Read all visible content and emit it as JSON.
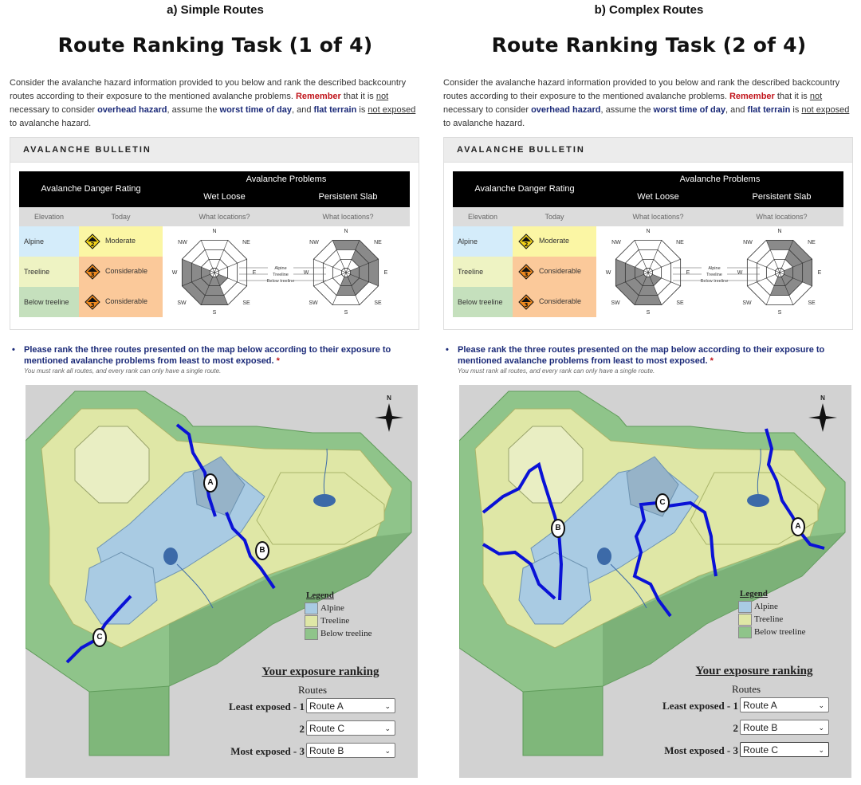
{
  "panels": [
    {
      "caption": "a) Simple Routes",
      "title": "Route Ranking Task (1 of 4)",
      "intro": {
        "t1": "Consider the avalanche hazard information provided to you below and rank the described backcountry routes according to their exposure to the mentioned avalanche problems.",
        "remember": "Remember",
        "t2": "that it is",
        "not1": "not",
        "t3": "necessary to consider",
        "overhead": "overhead hazard",
        "t4": ", assume the",
        "worst": "worst time of day",
        "t5": ", and",
        "flat": "flat terrain",
        "t6": "is",
        "notexp": "not exposed",
        "t7": "to avalanche hazard."
      },
      "bulletin": {
        "heading": "AVALANCHE BULLETIN",
        "danger_header": "Avalanche Danger Rating",
        "problems_header": "Avalanche Problems",
        "problem1": "Wet Loose",
        "problem2": "Persistent Slab",
        "sub_elevation": "Elevation",
        "sub_today": "Today",
        "sub_where1": "What locations?",
        "sub_where2": "What locations?",
        "rows": [
          {
            "elevation": "Alpine",
            "rating": "Moderate"
          },
          {
            "elevation": "Treeline",
            "rating": "Considerable"
          },
          {
            "elevation": "Below treeline",
            "rating": "Considerable"
          }
        ],
        "rose_labels": {
          "n": "N",
          "ne": "NE",
          "e": "E",
          "se": "SE",
          "s": "S",
          "sw": "SW",
          "w": "W",
          "nw": "NW",
          "alpine": "Alpine",
          "treeline": "Treeline",
          "below": "Below treeline"
        }
      },
      "question": {
        "text": "Please rank the three routes presented on the map below according to their exposure to mentioned avalanche problems from least to most exposed.",
        "required": "*",
        "note": "You must rank all routes, and every rank can only have a single route."
      },
      "map": {
        "north": "N",
        "route_markers": [
          "A",
          "B",
          "C"
        ],
        "legend": {
          "title": "Legend",
          "items": [
            "Alpine",
            "Treeline",
            "Below treeline"
          ]
        },
        "ranking": {
          "title": "Your exposure ranking",
          "routes_label": "Routes",
          "rows": [
            {
              "label": "Least exposed - 1",
              "value": "Route A"
            },
            {
              "label": "2",
              "value": "Route C"
            },
            {
              "label": "Most exposed - 3",
              "value": "Route B"
            }
          ]
        }
      }
    },
    {
      "caption": "b) Complex Routes",
      "title": "Route Ranking Task (2 of 4)",
      "intro": {
        "t1": "Consider the avalanche hazard information provided to you below and rank the described backcountry routes according to their exposure to the mentioned avalanche problems.",
        "remember": "Remember",
        "t2": "that it is",
        "not1": "not",
        "t3": "necessary to consider",
        "overhead": "overhead hazard",
        "t4": ", assume the",
        "worst": "worst time of day",
        "t5": ", and",
        "flat": "flat terrain",
        "t6": "is",
        "notexp": "not exposed",
        "t7": "to avalanche hazard."
      },
      "bulletin": {
        "heading": "AVALANCHE BULLETIN",
        "danger_header": "Avalanche Danger Rating",
        "problems_header": "Avalanche Problems",
        "problem1": "Wet Loose",
        "problem2": "Persistent Slab",
        "sub_elevation": "Elevation",
        "sub_today": "Today",
        "sub_where1": "What locations?",
        "sub_where2": "What locations?",
        "rows": [
          {
            "elevation": "Alpine",
            "rating": "Moderate"
          },
          {
            "elevation": "Treeline",
            "rating": "Considerable"
          },
          {
            "elevation": "Below treeline",
            "rating": "Considerable"
          }
        ],
        "rose_labels": {
          "n": "N",
          "ne": "NE",
          "e": "E",
          "se": "SE",
          "s": "S",
          "sw": "SW",
          "w": "W",
          "nw": "NW",
          "alpine": "Alpine",
          "treeline": "Treeline",
          "below": "Below treeline"
        }
      },
      "question": {
        "text": "Please rank the three routes presented on the map below according to their exposure to mentioned avalanche problems from least to most exposed.",
        "required": "*",
        "note": "You must rank all routes, and every rank can only have a single route."
      },
      "map": {
        "north": "N",
        "route_markers": [
          "A",
          "B",
          "C"
        ],
        "legend": {
          "title": "Legend",
          "items": [
            "Alpine",
            "Treeline",
            "Below treeline"
          ]
        },
        "ranking": {
          "title": "Your exposure ranking",
          "routes_label": "Routes",
          "rows": [
            {
              "label": "Least exposed - 1",
              "value": "Route A"
            },
            {
              "label": "2",
              "value": "Route B"
            },
            {
              "label": "Most exposed - 3",
              "value": "Route C"
            }
          ]
        }
      }
    }
  ],
  "colors": {
    "alpine": "#a9cbe3",
    "treeline": "#dfe7a6",
    "below_treeline": "#8fc48a",
    "moderate_bg": "#fbf6a4",
    "considerable_bg": "#fbc99a",
    "route_line": "#0a12d6",
    "question_blue": "#1b2a78",
    "remember_red": "#c0131a"
  },
  "icons": [
    "danger-moderate-icon",
    "danger-considerable-icon",
    "north-arrow-icon",
    "dropdown-chevron-icon"
  ]
}
